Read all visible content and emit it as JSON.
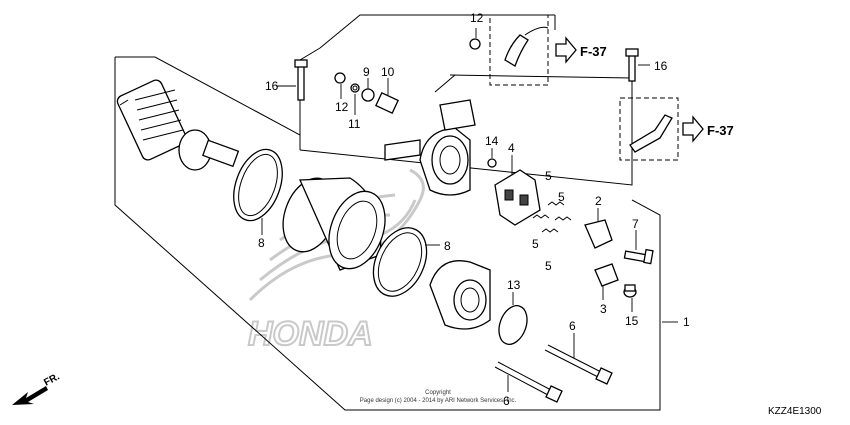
{
  "callouts": {
    "c1": "1",
    "c2": "2",
    "c3": "3",
    "c4": "4",
    "c5a": "5",
    "c5b": "5",
    "c5c": "5",
    "c5d": "5",
    "c6a": "6",
    "c6b": "6",
    "c7": "7",
    "c8a": "8",
    "c8b": "8",
    "c9": "9",
    "c10": "10",
    "c11": "11",
    "c12a": "12",
    "c12b": "12",
    "c13": "13",
    "c14": "14",
    "c15": "15",
    "c16a": "16",
    "c16b": "16"
  },
  "refs": {
    "f37a": "F-37",
    "f37b": "F-37"
  },
  "watermark": "HONDA",
  "copyright": {
    "line1": "Copyright",
    "line2": "Page design (c) 2004 - 2014 by ARI Network Services, Inc."
  },
  "front_label": "FR.",
  "diagram_code": "KZZ4E1300",
  "colors": {
    "line": "#000000",
    "watermark": "#c9c9c9",
    "background": "#ffffff"
  }
}
